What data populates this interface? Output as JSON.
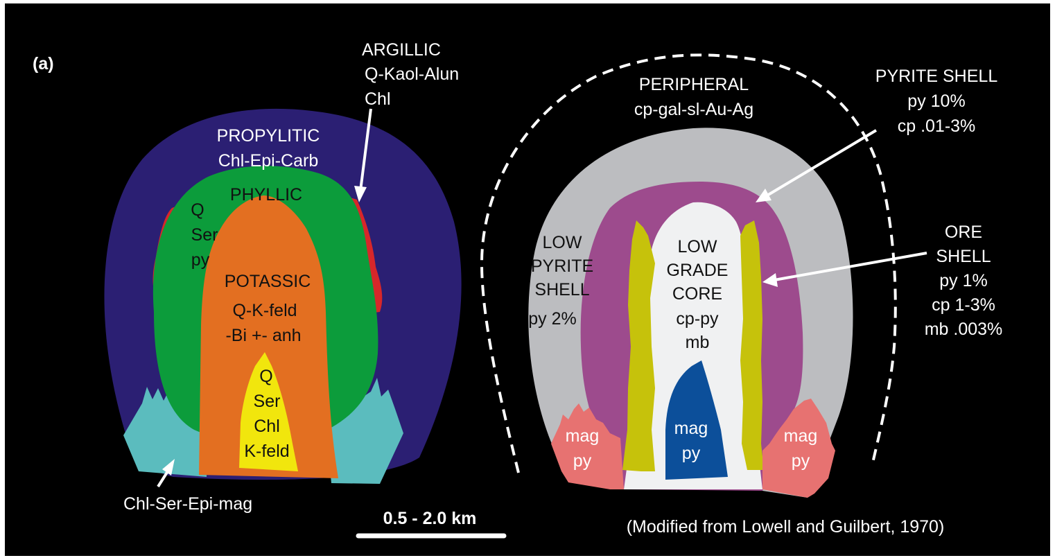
{
  "panel_label": "(a)",
  "colors": {
    "background": "#000000",
    "propylitic": "#2b1f73",
    "argillic": "#d7272a",
    "phyllic": "#0c9c3b",
    "potassic": "#e36f21",
    "core_qser": "#f1e60d",
    "chl_ser_epi_mag": "#5bbcbe",
    "peripheral": "#bcbdc0",
    "pyrite_shell": "#9d4b8d",
    "ore_shell": "#c6c20b",
    "low_grade_core": "#f0f1f2",
    "mag_core": "#0c4f9a",
    "mag_py": "#e77271",
    "text_light": "#ffffff",
    "text_dark": "#111111"
  },
  "left": {
    "argillic": {
      "line1": "ARGILLIC",
      "line2": "Q-Kaol-Alun",
      "line3": "Chl"
    },
    "propylitic": {
      "line1": "PROPYLITIC",
      "line2": "Chl-Epi-Carb"
    },
    "phyllic": {
      "title": "PHYLLIC",
      "line1": "Q",
      "line2": "Ser",
      "line3": "py"
    },
    "potassic": {
      "title": "POTASSIC",
      "line1": "Q-K-feld",
      "line2": "-Bi +- anh"
    },
    "core": {
      "line1": "Q",
      "line2": "Ser",
      "line3": "Chl",
      "line4": "K-feld"
    },
    "bottom_label": "Chl-Ser-Epi-mag"
  },
  "right": {
    "peripheral": {
      "line1": "PERIPHERAL",
      "line2": "cp-gal-sl-Au-Ag"
    },
    "pyrite_shell": {
      "line1": "PYRITE SHELL",
      "line2": "py 10%",
      "line3": "cp .01-3%"
    },
    "low_pyrite_shell": {
      "line1": "LOW",
      "line2": "PYRITE",
      "line3": "SHELL",
      "line4": "py 2%"
    },
    "low_grade_core": {
      "line1": "LOW",
      "line2": "GRADE",
      "line3": "CORE",
      "line4": "cp-py",
      "line5": "mb"
    },
    "ore_shell": {
      "line1": "ORE",
      "line2": "SHELL",
      "line3": "py 1%",
      "line4": "cp 1-3%",
      "line5": "mb .003%"
    },
    "mag_core": {
      "line1": "mag",
      "line2": "py"
    },
    "mag_py_left": {
      "line1": "mag",
      "line2": "py"
    },
    "mag_py_right": {
      "line1": "mag",
      "line2": "py"
    }
  },
  "scale_bar_label": "0.5 - 2.0 km",
  "source": "(Modified from Lowell and Guilbert, 1970)"
}
